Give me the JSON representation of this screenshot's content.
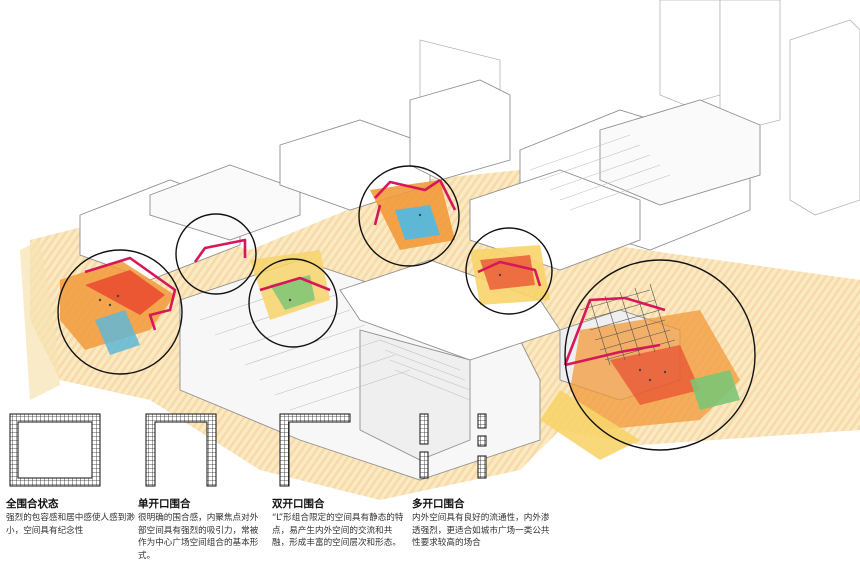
{
  "legend": [
    {
      "title": "全围合状态",
      "desc": "强烈的包容感和居中感使人感到渺小，空间具有纪念性",
      "pattern": "full"
    },
    {
      "title": "单开口围合",
      "desc": "很明确的围合感，内聚焦点对外部空间具有强烈的吸引力，常被作为中心广场空间组合的基本形式。",
      "pattern": "single"
    },
    {
      "title": "双开口围合",
      "desc": "“L”形组合限定的空间具有静态的特点，易产生内外空间的交流和共融，形成丰富的空间层次和形态。",
      "pattern": "double"
    },
    {
      "title": "多开口围合",
      "desc": "内外空间具有良好的流通性，内外渗透强烈，更适合如城市广场一类公共性要求较高的场合",
      "pattern": "multi"
    }
  ],
  "colors": {
    "enclosure_line": "#d6185a",
    "plaza_red": "#e8432c",
    "plaza_orange": "#f29a3a",
    "plaza_yellow": "#f7d46a",
    "plaza_green": "#7cc576",
    "water_blue": "#5fb7d6",
    "building_stroke": "#9a9a9a"
  }
}
